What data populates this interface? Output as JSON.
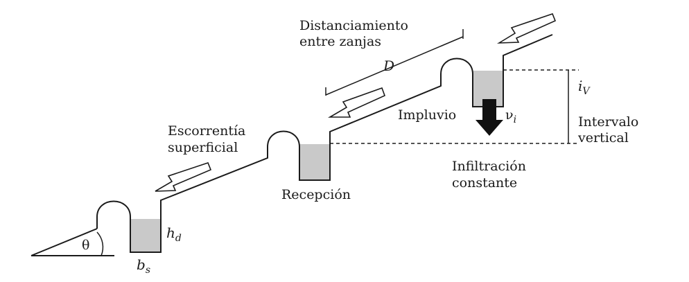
{
  "labels": {
    "spacing_title_line1": "Distanciamiento",
    "spacing_title_line2": "entre zanjas",
    "spacing_symbol": "D",
    "runoff_line1": "Escorrentía",
    "runoff_line2": "superficial",
    "impluvio": "Impluvio",
    "infiltration_rate_base": "ν",
    "infiltration_rate_sub": "i",
    "vertical_interval_base": "i",
    "vertical_interval_sub": "V",
    "vertical_interval_line1": "Intervalo",
    "vertical_interval_line2": "vertical",
    "infiltration_line1": "Infiltración",
    "infiltration_line2": "constante",
    "reception": "Recepción",
    "depth_base": "h",
    "depth_sub": "d",
    "width_base": "b",
    "width_sub": "s",
    "angle": "θ"
  },
  "colors": {
    "line": "#1a1a1a",
    "water": "#c9c9c9",
    "infiltration_arrow": "#111111",
    "background": "#ffffff"
  },
  "icons": {
    "runoff_arrow": "outline-arrow-down-left",
    "infiltration_arrow": "solid-arrow-down"
  }
}
